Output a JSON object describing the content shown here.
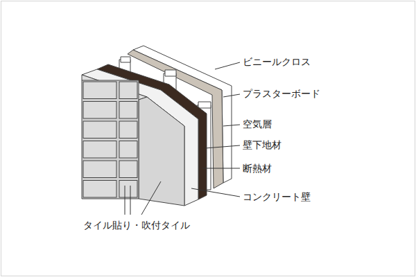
{
  "diagram": {
    "labels": [
      "ビニールクロス",
      "プラスターボード",
      "空気層",
      "壁下地材",
      "断熱材",
      "コンクリート壁",
      "タイル貼り・吹付タイル"
    ]
  }
}
